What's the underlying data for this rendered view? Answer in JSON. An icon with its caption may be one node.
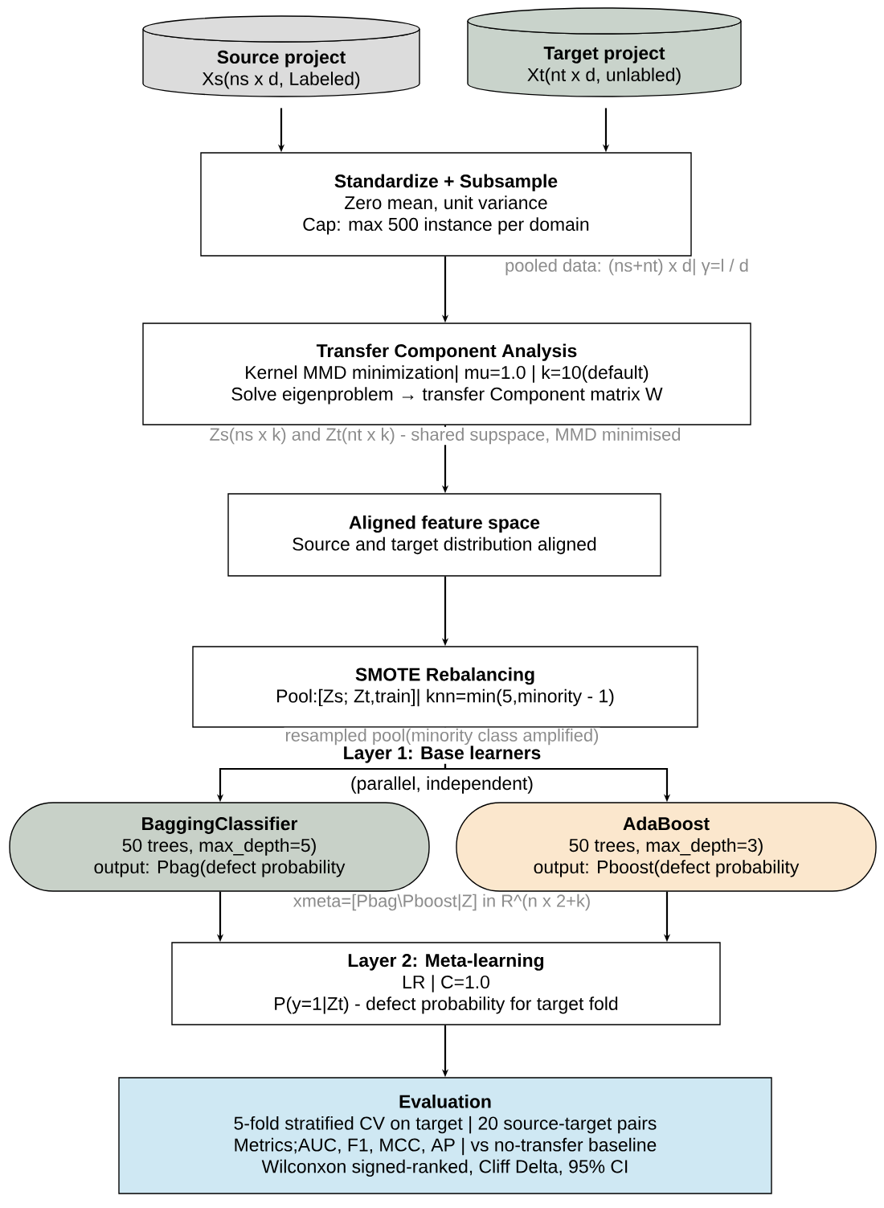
{
  "diagram": {
    "nodes": [
      {
        "text": [
          "Source project",
          "Xs(ns x d, Labeled)"
        ]
      },
      {
        "text": [
          "Target project",
          "Xt(nt x d, unlabled)"
        ]
      },
      {
        "text": [
          "Standardize + Subsample",
          "Zero mean, unit variance",
          "Cap: max 500 instance per domain"
        ]
      },
      {
        "text": [
          "Transfer Component Analysis",
          "Kernel MMD minimization| mu=1.0 | k=10(default)",
          "Solve eigenproblem → transfer Component matrix W"
        ]
      },
      {
        "text": [
          "Aligned feature space",
          "Source and target distribution aligned"
        ]
      },
      {
        "text": [
          "SMOTE Rebalancing",
          "Pool:[Zs; Zt,train]| knn=min(5,minority - 1)"
        ]
      },
      {
        "text": [
          "BaggingClassifier",
          "50 trees, max_depth=5)",
          "output: Pbag(defect probability"
        ]
      },
      {
        "text": [
          "AdaBoost",
          "50 trees, max_depth=3)",
          "output: Pboost(defect probability"
        ]
      },
      {
        "text": [
          "Layer 2: Meta-learning",
          "LR | C=1.0",
          "P(y=1|Zt) - defect probability for target fold"
        ]
      },
      {
        "text": [
          "Evaluation",
          "5-fold stratified CV on target | 20 source-target pairs",
          "Metrics;AUC, F1, MCC, AP | vs no-transfer baseline",
          "Wilconxon signed-ranked, Cliff Delta, 95% CI"
        ]
      }
    ],
    "edges": [
      {
        "from": 0,
        "to": 2,
        "arrow": "to"
      },
      {
        "from": 1,
        "to": 2,
        "arrow": "to"
      },
      {
        "from": 2,
        "to": 3,
        "arrow": "to",
        "label": "pooled data: (ns+nt) x d| γ=l / d"
      },
      {
        "from": 3,
        "to": 4,
        "arrow": "to",
        "label": "Zs(ns x k) and Zt(nt x k) - shared supspace, MMD minimised"
      },
      {
        "from": 4,
        "to": 5,
        "arrow": "to"
      },
      {
        "from": 5,
        "to": 6,
        "arrow": "to",
        "label": "resampled pool(minority class amplified)"
      },
      {
        "from": 5,
        "to": 7,
        "arrow": "to"
      },
      {
        "from": 6,
        "to": 8,
        "arrow": "to",
        "label": "xmeta=[Pbag\\Pboost|Z] in R^(n x 2+k)"
      },
      {
        "from": 7,
        "to": 8,
        "arrow": "to"
      },
      {
        "from": 8,
        "to": 9,
        "arrow": "to"
      }
    ],
    "labels": [
      "Layer 1: Base learners",
      "(parallel, independent)"
    ]
  }
}
